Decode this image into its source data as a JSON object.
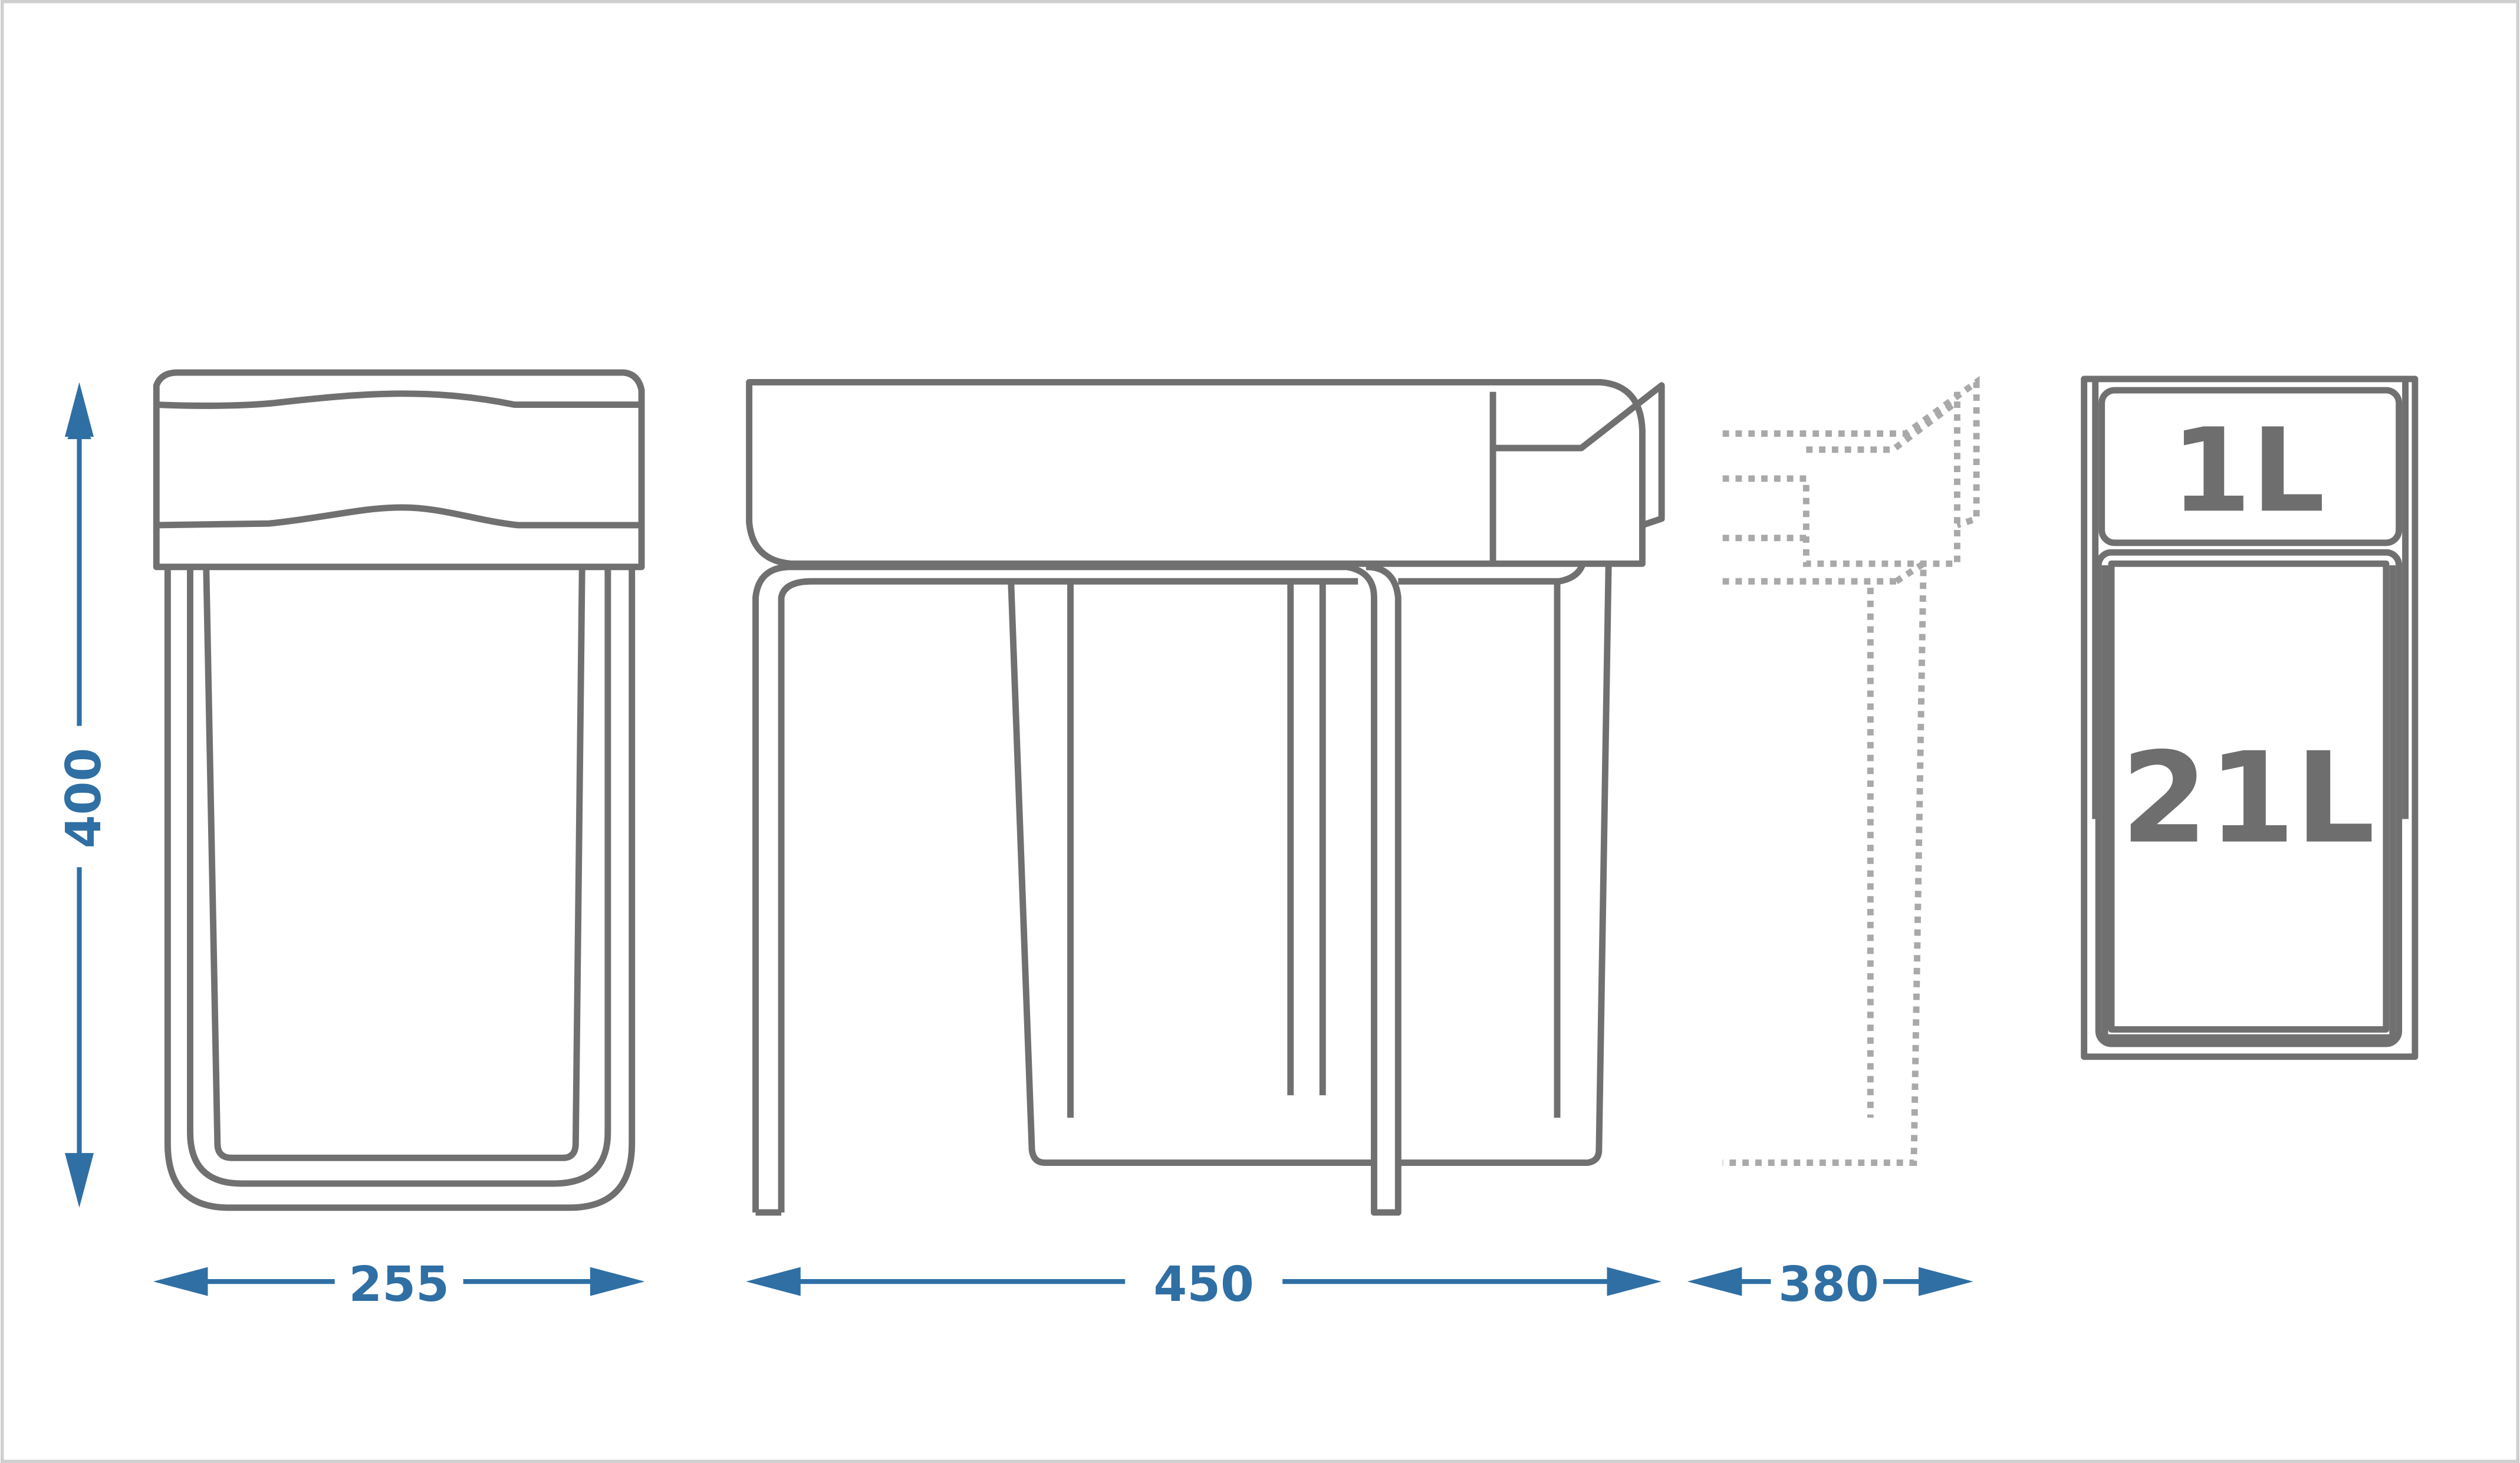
{
  "colors": {
    "outline": "#707070",
    "dimension": "#2f6fa4",
    "dotted": "#a9a9a9",
    "text_gray": "#6e6e6e",
    "border": "#cfcfcf"
  },
  "dimensions": {
    "height": "400",
    "width_front": "255",
    "depth": "450",
    "extension": "380"
  },
  "capacities": {
    "small": "1L",
    "large": "21L"
  }
}
